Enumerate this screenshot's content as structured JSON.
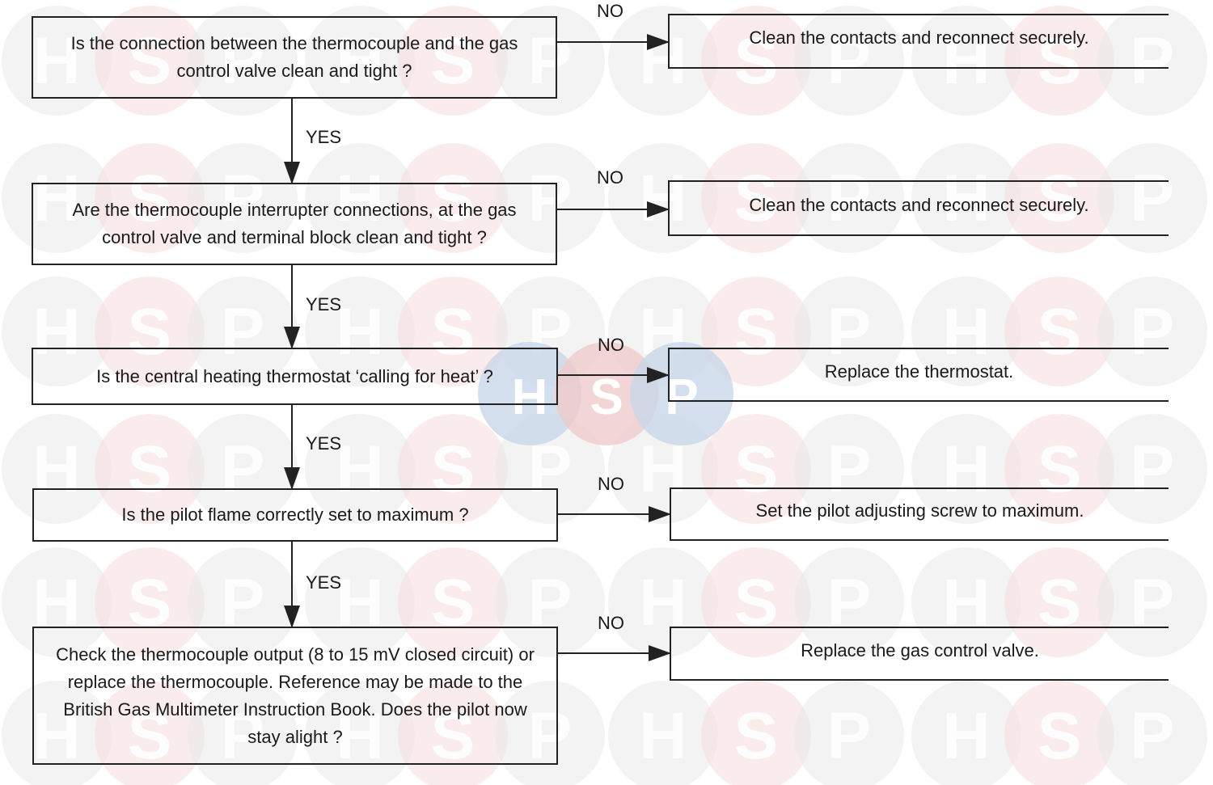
{
  "watermark": {
    "letters": [
      "H",
      "S",
      "P"
    ],
    "colors": {
      "gray": "#e9e9e9",
      "pink": "#f5dcdc",
      "center_blue": "#c9d7e8",
      "center_red": "#efcaca"
    }
  },
  "questions": [
    {
      "text": "Is the connection between the thermocouple and the gas control valve clean and tight ?"
    },
    {
      "text": "Are the thermocouple interrupter connections, at the gas control valve and terminal block clean and tight ?"
    },
    {
      "text": "Is the central heating thermostat ‘calling for heat’ ?"
    },
    {
      "text": "Is the pilot flame correctly set to maximum ?"
    },
    {
      "text": "Check the thermocouple output (8 to 15 mV closed circuit) or replace the thermocouple. Reference may be made to the British Gas Multimeter Instruction Book. Does the pilot now stay alight ?"
    }
  ],
  "actions": [
    {
      "text": "Clean the contacts and reconnect securely."
    },
    {
      "text": "Clean the contacts and reconnect securely."
    },
    {
      "text": "Replace the thermostat."
    },
    {
      "text": "Set the pilot adjusting screw to maximum."
    },
    {
      "text": "Replace the gas control valve."
    }
  ],
  "labels": {
    "yes": "YES",
    "no": "NO"
  }
}
